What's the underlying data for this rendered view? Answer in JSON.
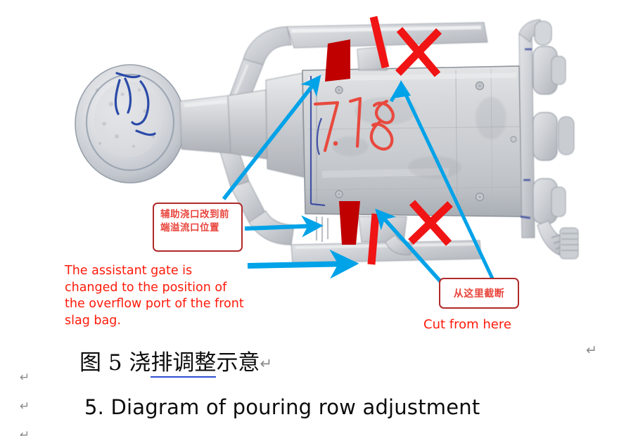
{
  "document": {
    "background_color": "#FFFFFF",
    "caption_chinese": {
      "prefix": "图 5  浇",
      "underlined": "排调整",
      "suffix": "示意",
      "return_mark": "↵",
      "underline_color": "#2C4FD0"
    },
    "caption_english": "5. Diagram of pouring row adjustment",
    "return_marks": [
      {
        "name": "return-mark-right",
        "glyph": "↵"
      },
      {
        "name": "return-mark-margin-1",
        "glyph": "↵"
      },
      {
        "name": "return-mark-margin-2",
        "glyph": "↵"
      },
      {
        "name": "return-mark-margin-3",
        "glyph": "↵"
      }
    ]
  },
  "figure": {
    "subject": "aluminium die-cast part with gating / runner system, photographed on white background",
    "handwriting": [
      {
        "name": "handwritten-date-red",
        "text": "7.18",
        "color": "#E8493F"
      },
      {
        "name": "handwritten-mark-blue",
        "text": "",
        "color": "#2B3F9E"
      },
      {
        "name": "handwritten-sprue-blue",
        "text": "",
        "color": "#2B4AA8"
      }
    ],
    "callouts": [
      {
        "id": "callout-gate",
        "name": "callout-assistant-gate",
        "text_cn": "辅助浇口改到前端溢流口位置",
        "border_color": "#B02A2A",
        "text_color": "#E8453C"
      },
      {
        "id": "callout-cut",
        "name": "callout-cut-here",
        "text_cn": "从这里截断",
        "border_color": "#B02A2A",
        "text_color": "#E8453C"
      }
    ],
    "notes": [
      {
        "id": "note-assistant",
        "name": "note-assistant-gate-english",
        "text": "The assistant gate is changed to the position of the overflow port of the front slag bag.",
        "color": "#FF1A0A"
      },
      {
        "id": "note-cut",
        "name": "note-cut-from-here-english",
        "text": "Cut from here",
        "color": "#FF1A0A"
      }
    ],
    "markup_colors": {
      "arrow_blue": "#00A2E8",
      "mark_red_bright": "#F01414",
      "block_red_dark": "#C00000"
    },
    "annotations": {
      "blue_arrows": 4,
      "red_x_marks": 2,
      "red_slash_bars": 2,
      "red_blocks": 2
    }
  }
}
